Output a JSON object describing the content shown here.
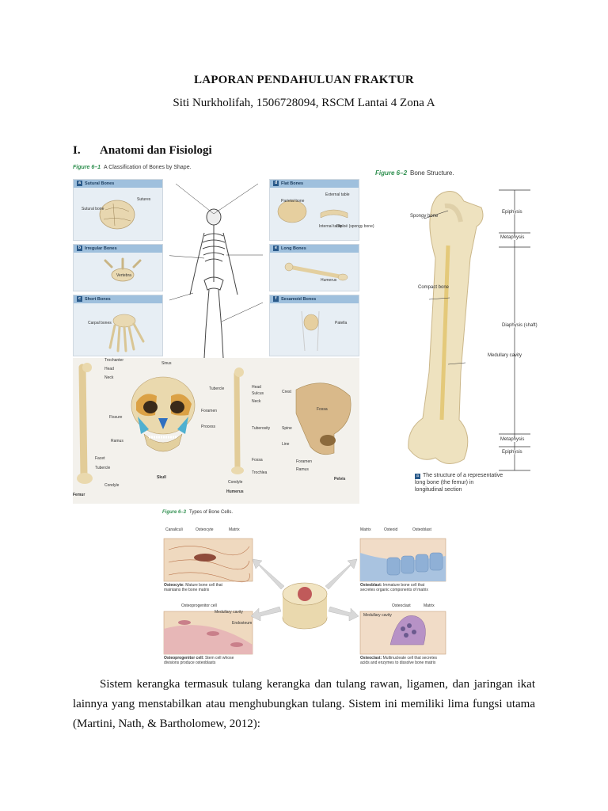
{
  "title": "LAPORAN PENDAHULUAN FRAKTUR",
  "author_line": "Siti Nurkholifah, 1506728094, RSCM Lantai 4 Zona A",
  "section": {
    "number": "I.",
    "title": "Anatomi dan Fisiologi"
  },
  "figure_6_1": {
    "number": "Figure 6–1",
    "caption": "A Classification of Bones by Shape.",
    "panels": [
      {
        "tag": "a",
        "title": "Sutural Bones",
        "labels": [
          "Sutures",
          "Sutural bone"
        ]
      },
      {
        "tag": "b",
        "title": "Irregular Bones",
        "labels": [
          "Vertebra"
        ]
      },
      {
        "tag": "c",
        "title": "Short Bones",
        "labels": [
          "Carpal bones"
        ]
      },
      {
        "tag": "d",
        "title": "Flat Bones",
        "labels": [
          "Parietal bone",
          "External table",
          "Internal table",
          "Diploë (spongy bone)"
        ]
      },
      {
        "tag": "e",
        "title": "Long Bones",
        "labels": [
          "Humerus"
        ]
      },
      {
        "tag": "f",
        "title": "Sesamoid Bones",
        "labels": [
          "Patella"
        ]
      }
    ],
    "femur_labels": [
      "Trochanter",
      "Head",
      "Neck",
      "Facet",
      "Tubercle",
      "Condyle",
      "Femur"
    ],
    "skull_labels": [
      "Sinus",
      "Fissure",
      "Foramen",
      "Process",
      "Ramus",
      "Skull"
    ],
    "humerus_labels": [
      "Tubercle",
      "Head",
      "Sulcus",
      "Neck",
      "Tuberosity",
      "Fossa",
      "Trochlea",
      "Condyle",
      "Humerus"
    ],
    "pelvis_labels": [
      "Crest",
      "Fossa",
      "Spine",
      "Line",
      "Foramen",
      "Ramus",
      "Pelvis"
    ]
  },
  "figure_6_2": {
    "number": "Figure 6–2",
    "caption": "Bone Structure.",
    "left_labels": [
      "Spongy bone",
      "Compact bone",
      "Medullary cavity"
    ],
    "right_labels": [
      "Epiphysis",
      "Metaphysis",
      "Diaphysis (shaft)",
      "Metaphysis",
      "Epiphysis"
    ],
    "sub_tag": "a",
    "sub_caption_1": "The structure of a representative",
    "sub_caption_2": "long bone (the femur) in",
    "sub_caption_3": "longitudinal section"
  },
  "figure_6_3": {
    "number": "Figure 6–3",
    "caption": "Types of Bone Cells.",
    "osteocyte": {
      "labels": [
        "Canaliculi",
        "Osteocyte",
        "Matrix"
      ],
      "name": "Osteocyte:",
      "desc_1": "Mature bone cell that",
      "desc_2": "maintains the bone matrix"
    },
    "osteoblast": {
      "labels": [
        "Matrix",
        "Osteoid",
        "Osteoblast"
      ],
      "name": "Osteoblast:",
      "desc_1": "Immature bone cell that",
      "desc_2": "secretes organic components of matrix"
    },
    "osteoprogenitor": {
      "labels": [
        "Osteoprogenitor cell",
        "Medullary cavity",
        "Endosteum"
      ],
      "name": "Osteoprogenitor cell:",
      "desc_1": "Stem cell whose",
      "desc_2": "divisions produce osteoblasts"
    },
    "osteoclast": {
      "labels": [
        "Osteoclast",
        "Matrix",
        "Medullary cavity"
      ],
      "name": "Osteoclast:",
      "desc_1": "Multinucleate cell that secretes",
      "desc_2": "acids and enzymes to dissolve bone matrix"
    }
  },
  "paragraph": "Sistem kerangka termasuk tulang kerangka dan tulang rawan, ligamen, dan jaringan ikat lainnya yang menstabilkan atau menghubungkan tulang. Sistem ini memiliki lima fungsi utama (Martini, Nath, & Bartholomew, 2012):",
  "colors": {
    "green_caption": "#2f8f4f",
    "panel_blue": "#9fc0dd",
    "bone": "#efe4c4"
  }
}
